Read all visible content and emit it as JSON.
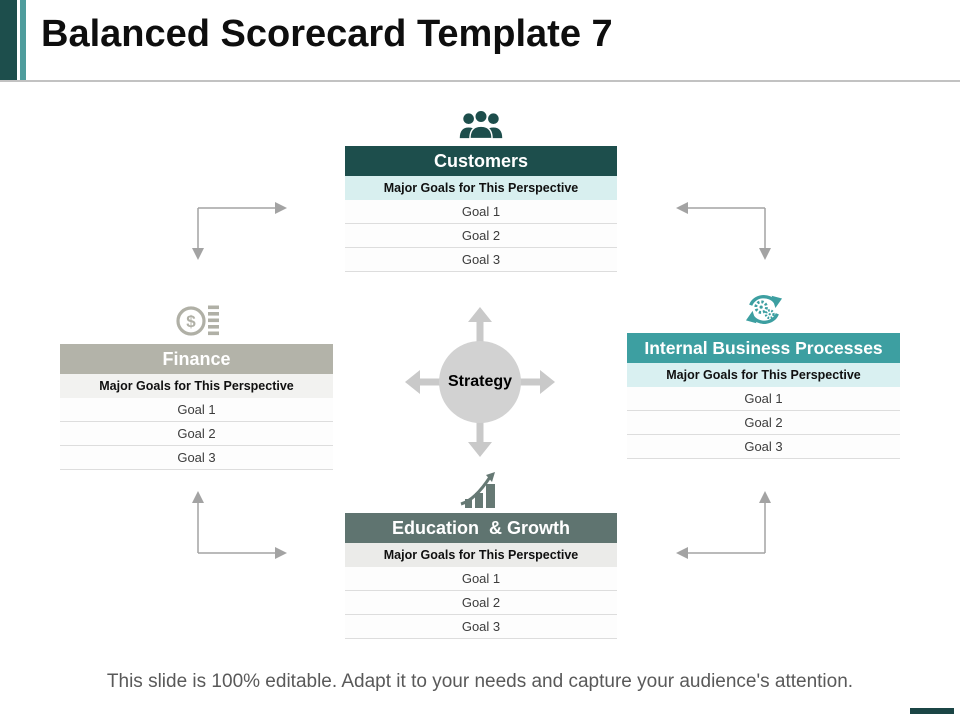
{
  "slide": {
    "title": "Balanced Scorecard Template 7",
    "caption": "This slide is 100% editable. Adapt it to your needs and capture your audience's attention."
  },
  "center": {
    "label": "Strategy"
  },
  "cards": [
    {
      "id": "customers",
      "title": "Customers",
      "icon": "people-group-icon",
      "subheader": "Major Goals for This Perspective",
      "rows": [
        "Goal 1",
        "Goal 2",
        "Goal 3"
      ],
      "header_color": "#1D4E4C",
      "subheader_color": "#D8EFEF"
    },
    {
      "id": "finance",
      "title": "Finance",
      "icon": "dollar-coin-icon",
      "subheader": "Major Goals for This Perspective",
      "rows": [
        "Goal 1",
        "Goal 2",
        "Goal 3"
      ],
      "header_color": "#B3B3A9",
      "subheader_color": "#F2F2F0"
    },
    {
      "id": "internal-business-processes",
      "title": "Internal Business Processes",
      "icon": "sync-gears-icon",
      "subheader": "Major Goals for This Perspective",
      "rows": [
        "Goal 1",
        "Goal 2",
        "Goal 3"
      ],
      "header_color": "#3D9FA1",
      "subheader_color": "#D9F0F1"
    },
    {
      "id": "education-growth",
      "title": "Education  & Growth",
      "icon": "growth-chart-icon",
      "subheader": "Major Goals for This Perspective",
      "rows": [
        "Goal 1",
        "Goal 2",
        "Goal 3"
      ],
      "header_color": "#5F7470",
      "subheader_color": "#EBEBE9"
    }
  ],
  "palette": {
    "dark_teal": "#1D4E4C",
    "teal": "#3D9FA1",
    "light_teal_accent": "#4E9C9C",
    "gray_beige": "#B3B3A9",
    "gray_green": "#5F7470",
    "circle_gray": "#D2D2D2",
    "arrow_gray": "#C9C9C9",
    "connector_gray": "#A3A3A3",
    "caption_gray": "#595959"
  }
}
